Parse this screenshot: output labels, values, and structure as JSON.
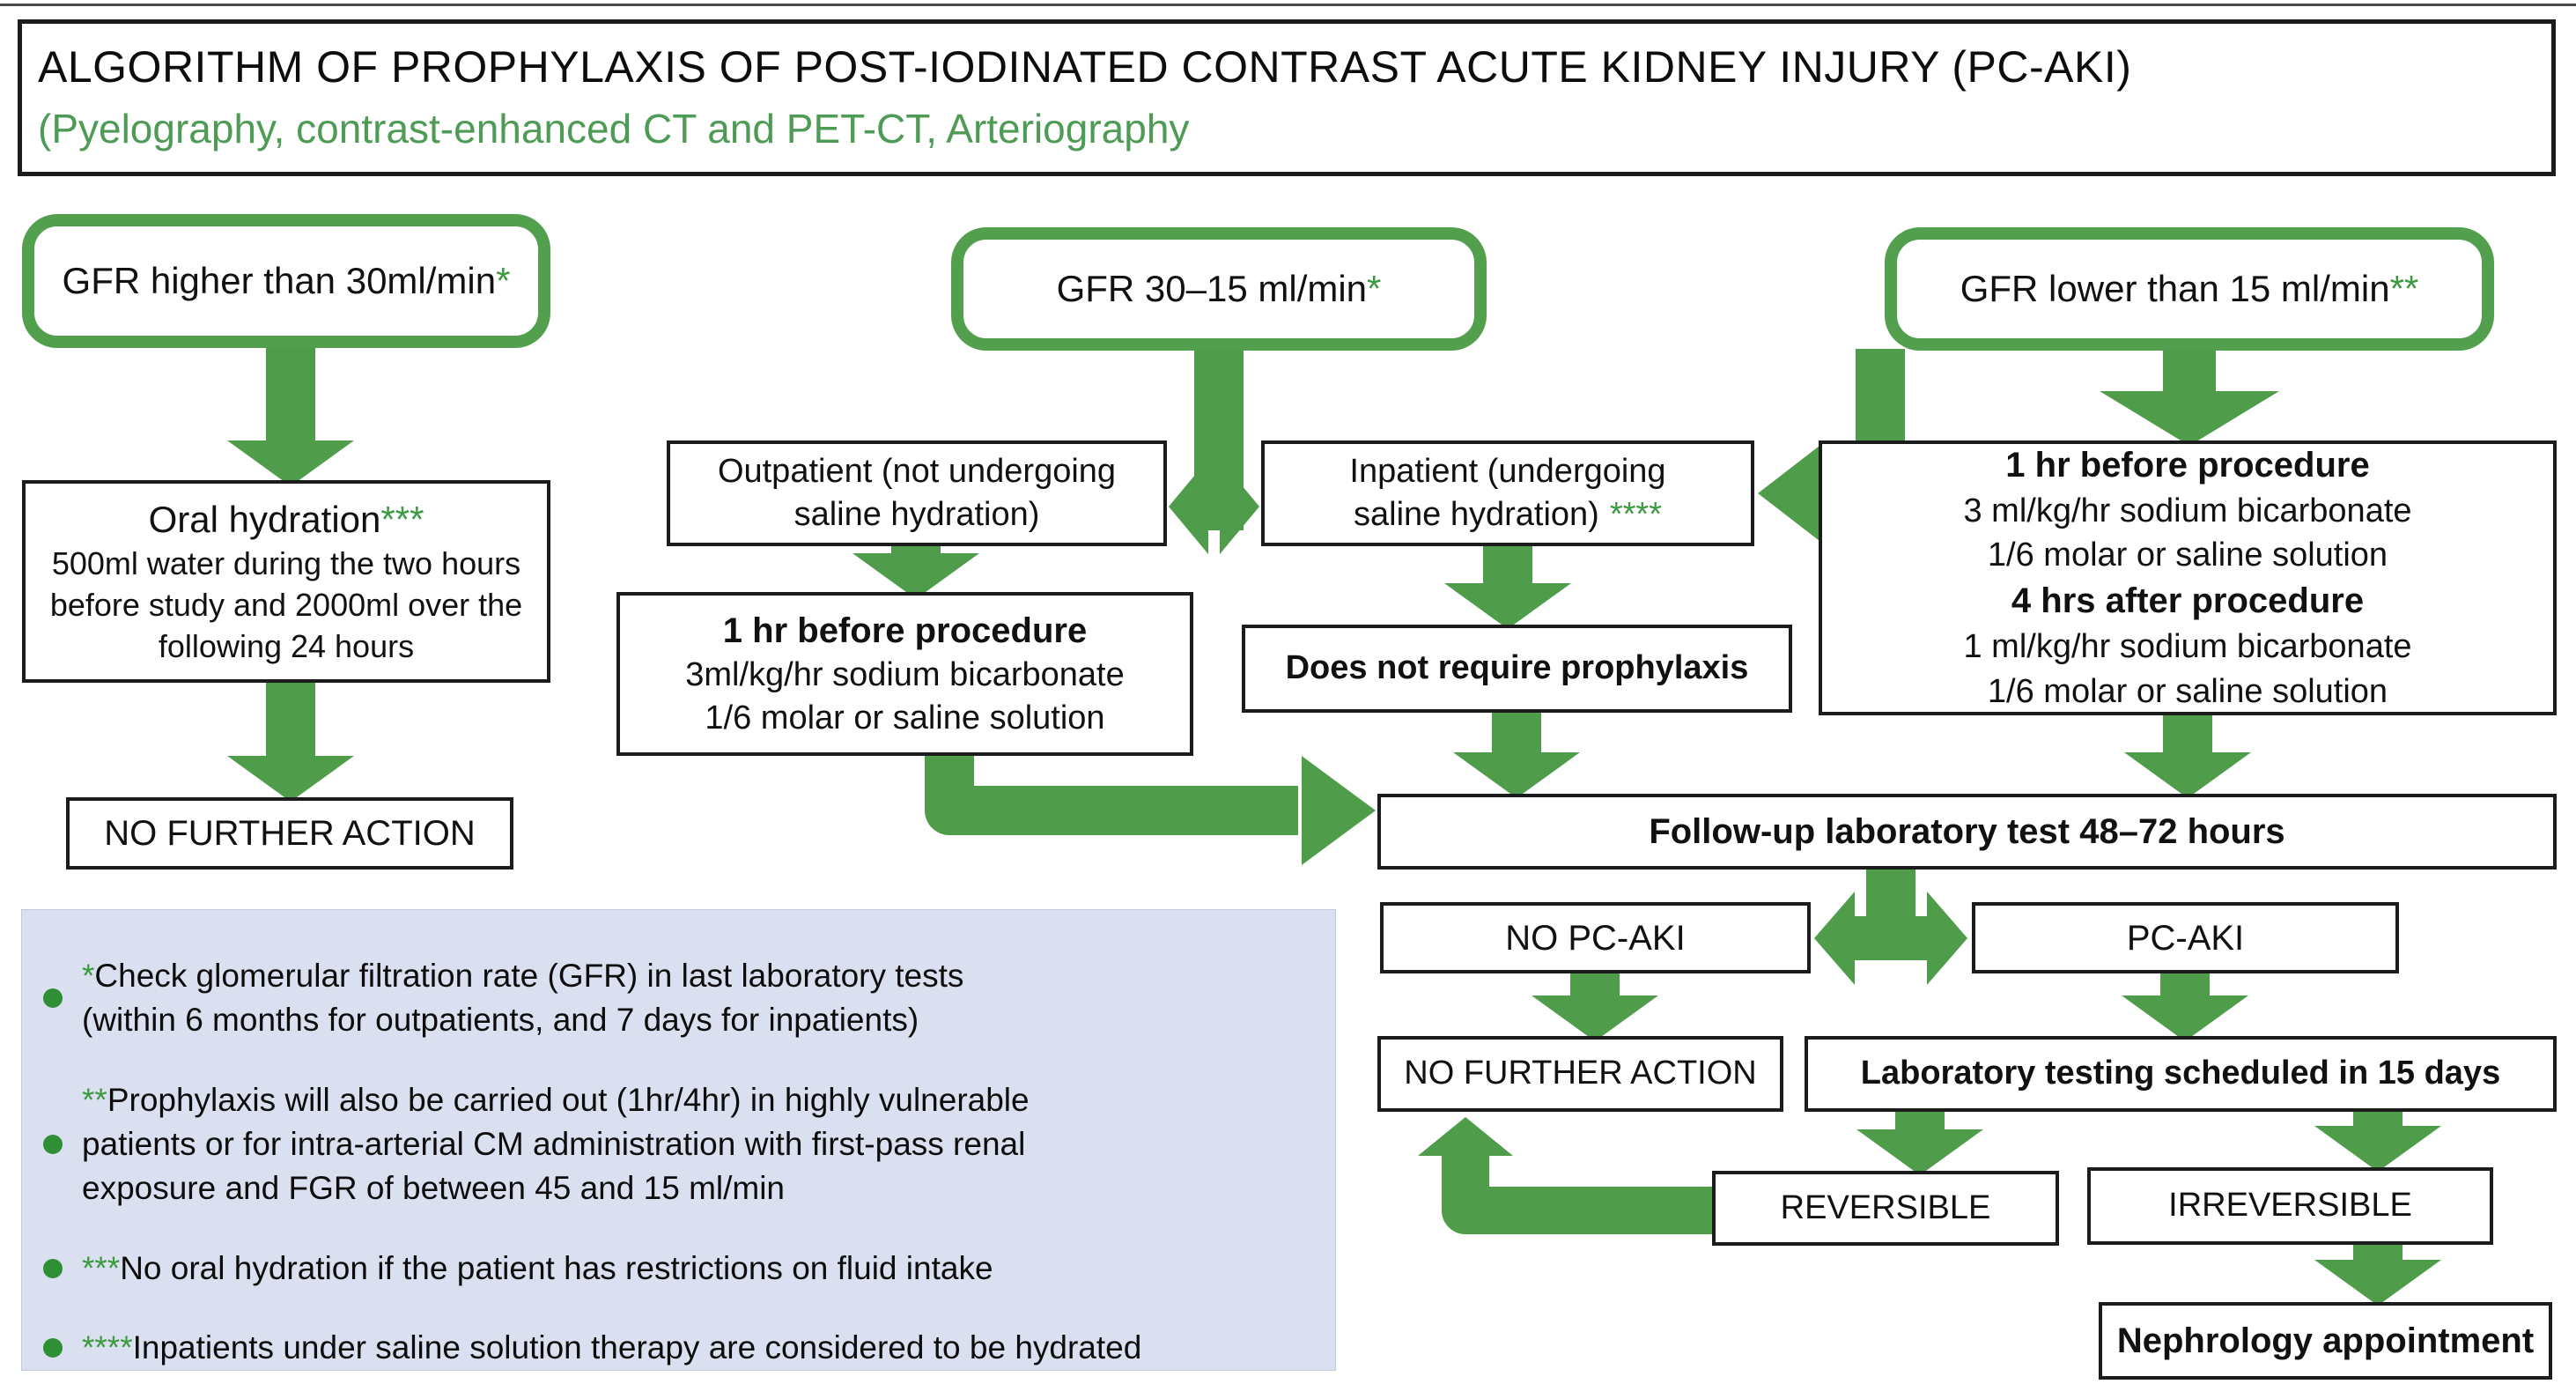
{
  "header": {
    "title": "ALGORITHM OF PROPHYLAXIS OF POST-IODINATED CONTRAST ACUTE KIDNEY INJURY (PC-AKI)",
    "subtitle": "(Pyelography, contrast-enhanced CT and PET-CT, Arteriography"
  },
  "nodes": {
    "gfr_high": {
      "label": "GFR higher than 30ml/min",
      "stars": "*"
    },
    "gfr_mid": {
      "label": "GFR 30–15 ml/min",
      "stars": "*"
    },
    "gfr_low": {
      "label": "GFR lower than 15 ml/min",
      "stars": "**"
    },
    "oral": {
      "title": "Oral hydration",
      "stars": "***",
      "body": "500ml water during the two hours\nbefore study and 2000ml over the\nfollowing 24 hours"
    },
    "no_further_action_left": {
      "label": "NO FURTHER ACTION"
    },
    "outpatient": {
      "label": "Outpatient (not undergoing\nsaline hydration)"
    },
    "inpatient": {
      "label": "Inpatient (undergoing\nsaline hydration)",
      "stars": "****"
    },
    "prophylaxis_mid": {
      "title": "1 hr before procedure",
      "body": "3ml/kg/hr sodium bicarbonate\n1/6 molar or saline solution"
    },
    "no_prophylaxis": {
      "label": "Does not require prophylaxis"
    },
    "prophylaxis_right": {
      "title1": "1 hr before procedure",
      "body1": "3 ml/kg/hr sodium bicarbonate\n1/6 molar or saline solution",
      "title2": "4 hrs after procedure",
      "body2": "1 ml/kg/hr sodium bicarbonate\n1/6 molar or saline solution"
    },
    "followup": {
      "label": "Follow-up laboratory test 48–72 hours"
    },
    "no_pcaki": {
      "label": "NO PC-AKI"
    },
    "pcaki": {
      "label": "PC-AKI"
    },
    "no_further_action_right": {
      "label": "NO FURTHER ACTION"
    },
    "lab_15days": {
      "label": "Laboratory testing scheduled in 15 days"
    },
    "reversible": {
      "label": "REVERSIBLE"
    },
    "irreversible": {
      "label": "IRREVERSIBLE"
    },
    "nephrology": {
      "label": "Nephrology appointment"
    }
  },
  "footnotes": [
    {
      "stars": "*",
      "text": "Check glomerular filtration rate (GFR) in last laboratory tests\n(within 6 months for outpatients, and 7 days for inpatients)"
    },
    {
      "stars": "**",
      "text": "Prophylaxis will also be carried out (1hr/4hr) in highly vulnerable\npatients or for intra-arterial CM administration with first-pass renal\nexposure and FGR of between 45 and 15 ml/min"
    },
    {
      "stars": "***",
      "text": "No oral hydration if the patient has restrictions on fluid intake"
    },
    {
      "stars": "****",
      "text": "Inpatients under saline solution therapy are considered to be hydrated"
    }
  ],
  "colors": {
    "arrow_green": "#4f9c4a",
    "outline_green": "#52a04e",
    "asterisk_green": "#3d9a41",
    "subtitle_green": "#4e9b55",
    "note_panel_bg": "#dbe0f0",
    "box_border": "#1c1c1c"
  }
}
